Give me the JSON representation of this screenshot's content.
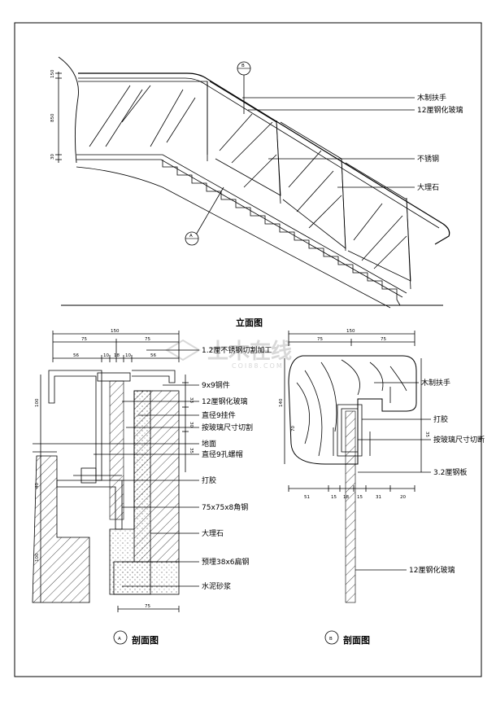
{
  "watermark": {
    "cn": "土木在线",
    "en": "COI88.COM"
  },
  "elevation": {
    "title": "立面图",
    "callouts": [
      "木制扶手",
      "12厘钢化玻璃",
      "不锈钢",
      "大理石"
    ],
    "markers": {
      "a": "A",
      "b": "B"
    },
    "dims": {
      "d1": "150",
      "d2": "850",
      "d3": "30"
    }
  },
  "section_a": {
    "title": "剖面图",
    "marker": "A",
    "callouts": [
      "1.2厘不锈钢切割加工",
      "9x9钢件",
      "12厘钢化玻璃",
      "直径9挂件",
      "按玻璃尺寸切割",
      "地面",
      "直径9孔螺帽",
      "打胶",
      "75x75x8角钢",
      "大理石",
      "预埋38x6扁钢",
      "水泥砂浆"
    ],
    "dims": {
      "top": "150",
      "t1": "75",
      "t2": "75",
      "t3": "56",
      "t4": "10",
      "t5": "18",
      "t6": "10",
      "t7": "56",
      "bot": "75",
      "r1": "33",
      "r2": "30",
      "r3": "35",
      "l1": "100",
      "l2": "40",
      "l3": "100"
    }
  },
  "section_b": {
    "title": "剖面图",
    "marker": "B",
    "callouts": [
      "木制扶手",
      "打胶",
      "按玻璃尺寸切断",
      "3.2厘钢板",
      "12厘钢化玻璃"
    ],
    "dims": {
      "top": "150",
      "t1": "75",
      "t2": "75",
      "v1": "140",
      "v2": "70",
      "r1": "35",
      "b1": "51",
      "b2": "15",
      "b3": "18",
      "b4": "15",
      "b5": "31",
      "b6": "20"
    }
  }
}
